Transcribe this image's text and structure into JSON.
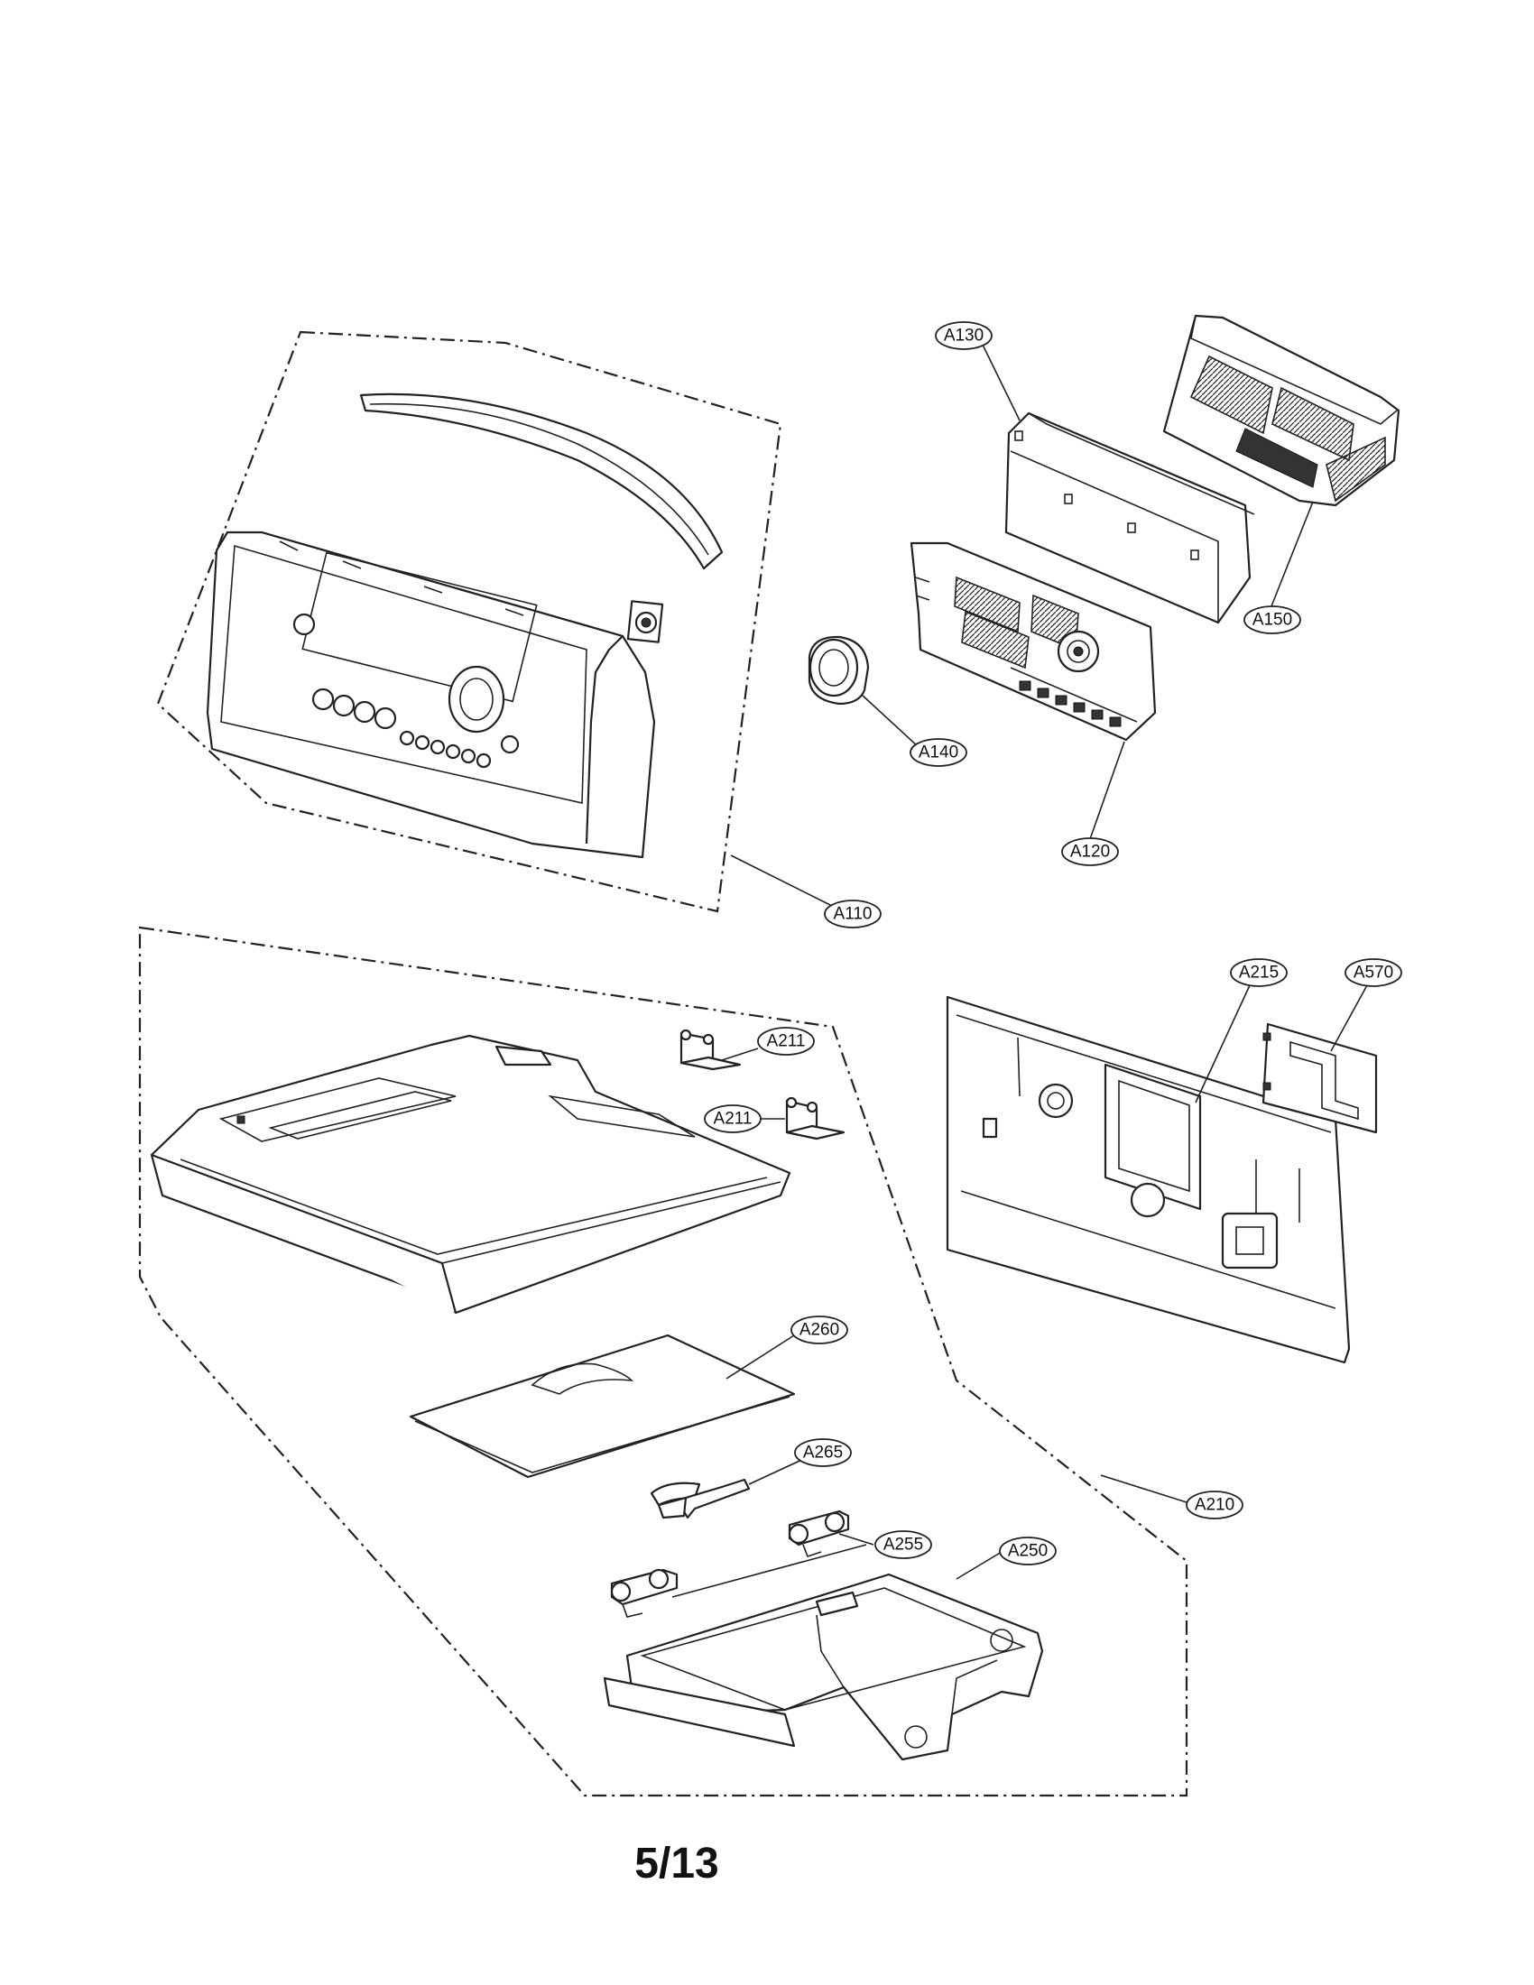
{
  "callouts": {
    "a110": "A110",
    "a120": "A120",
    "a130": "A130",
    "a140": "A140",
    "a150": "A150",
    "a210": "A210",
    "a211_upper": "A211",
    "a211_lower": "A211",
    "a215": "A215",
    "a250": "A250",
    "a255": "A255",
    "a260": "A260",
    "a265": "A265",
    "a570": "A570"
  },
  "page_number": "5/13"
}
